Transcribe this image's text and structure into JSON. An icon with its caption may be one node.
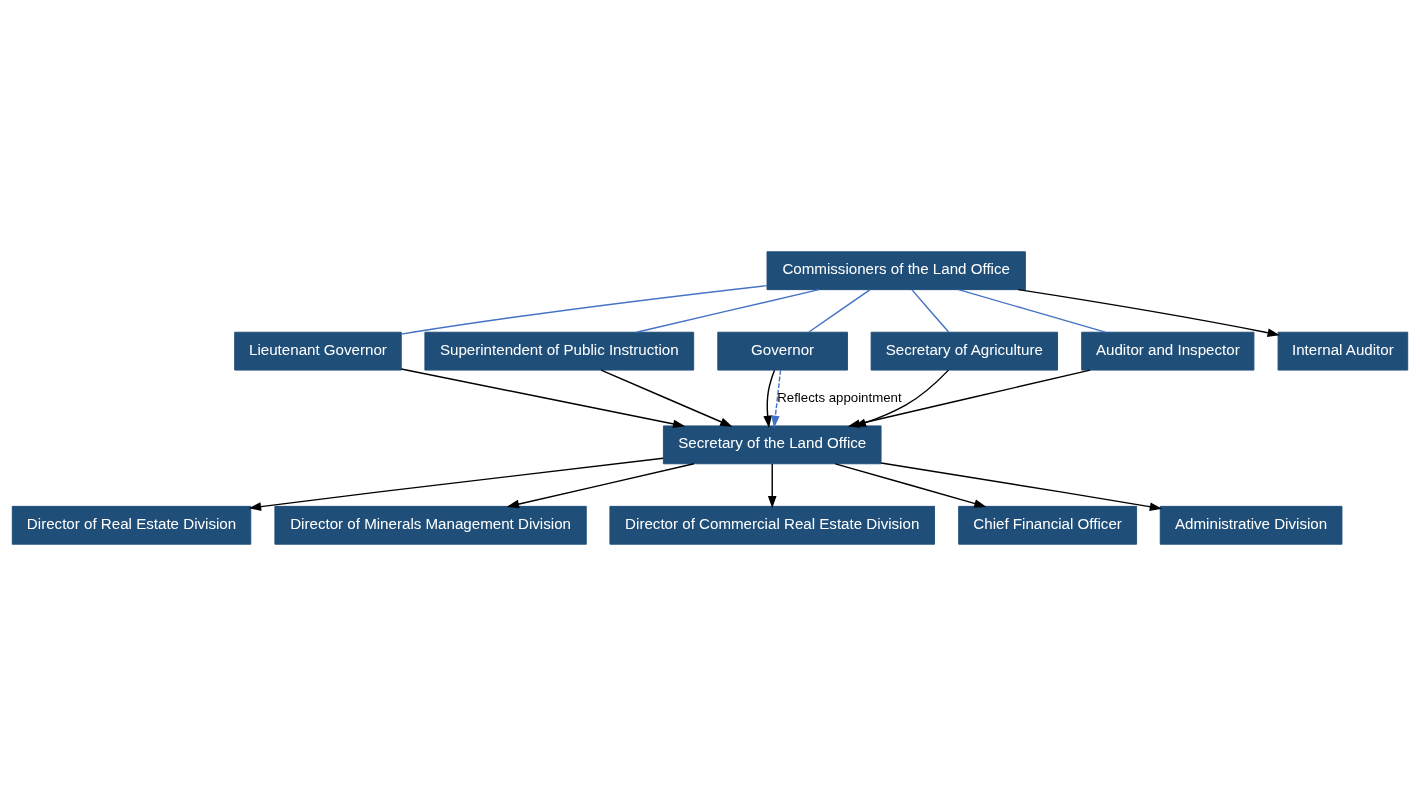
{
  "diagram": {
    "nodes": [
      {
        "text": [
          "Commissioners of the Land Office"
        ]
      },
      {
        "text": [
          "Lieutenant Governor"
        ]
      },
      {
        "text": [
          "Superintendent of Public Instruction"
        ]
      },
      {
        "text": [
          "Governor"
        ]
      },
      {
        "text": [
          "Secretary of Agriculture"
        ]
      },
      {
        "text": [
          "Auditor and Inspector"
        ]
      },
      {
        "text": [
          "Internal Auditor"
        ]
      },
      {
        "text": [
          "Secretary of the Land Office"
        ]
      },
      {
        "text": [
          "Director of Real Estate Division"
        ]
      },
      {
        "text": [
          "Director of Minerals Management Division"
        ]
      },
      {
        "text": [
          "Director of Commercial Real Estate Division"
        ]
      },
      {
        "text": [
          "Chief Financial Officer"
        ]
      },
      {
        "text": [
          "Administrative Division"
        ]
      }
    ],
    "edges": [
      {
        "from": 0,
        "to": 1,
        "arrow": "none",
        "color": "#4472c4"
      },
      {
        "from": 0,
        "to": 2,
        "arrow": "none",
        "color": "#4472c4"
      },
      {
        "from": 0,
        "to": 3,
        "arrow": "none",
        "color": "#4472c4"
      },
      {
        "from": 0,
        "to": 4,
        "arrow": "none",
        "color": "#4472c4"
      },
      {
        "from": 0,
        "to": 5,
        "arrow": "none",
        "color": "#4472c4"
      },
      {
        "from": 0,
        "to": 6,
        "arrow": "to"
      },
      {
        "from": 1,
        "to": 7,
        "arrow": "to"
      },
      {
        "from": 2,
        "to": 7,
        "arrow": "to"
      },
      {
        "from": 3,
        "to": 7,
        "arrow": "to"
      },
      {
        "from": 4,
        "to": 7,
        "arrow": "to"
      },
      {
        "from": 5,
        "to": 7,
        "arrow": "to"
      },
      {
        "from": 3,
        "to": 7,
        "arrow": "to",
        "style": "dashed",
        "color": "#4472c4",
        "label": "Reflects appointment"
      },
      {
        "from": 7,
        "to": 8,
        "arrow": "to"
      },
      {
        "from": 7,
        "to": 9,
        "arrow": "to"
      },
      {
        "from": 7,
        "to": 10,
        "arrow": "to"
      },
      {
        "from": 7,
        "to": 11,
        "arrow": "to"
      },
      {
        "from": 7,
        "to": 12,
        "arrow": "to"
      }
    ]
  }
}
